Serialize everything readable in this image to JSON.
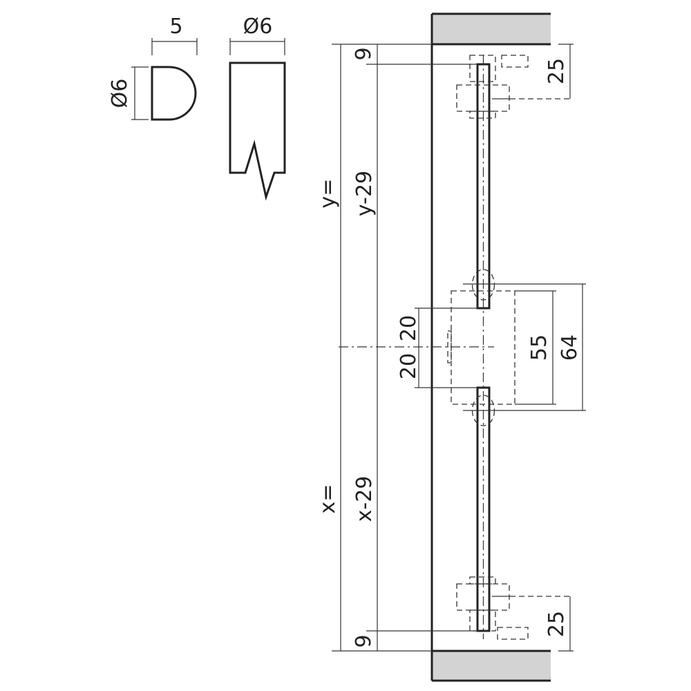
{
  "profile_dims": {
    "width": "5",
    "diameter_left": "Ø6",
    "diameter_rod": "Ø6"
  },
  "overall": {
    "y_label": "y=",
    "x_label": "x=",
    "y_minus": "y-29",
    "x_minus": "x-29",
    "offset_top": "9",
    "offset_bottom": "9"
  },
  "center": {
    "upper": "20",
    "lower": "20",
    "inner": "55",
    "outer": "64"
  },
  "ends": {
    "top": "25",
    "bottom": "25"
  },
  "colors": {
    "frame_fill": "#d3d3d3",
    "line": "#222222"
  }
}
